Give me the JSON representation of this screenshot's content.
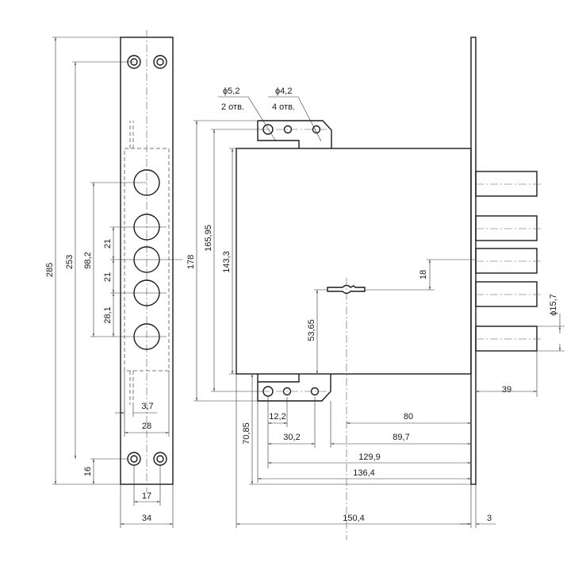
{
  "title": "Mortise lock dimensional drawing",
  "callouts": {
    "hole_a_dia": "ϕ5,2",
    "hole_a_count": "2 отв.",
    "hole_b_dia": "ϕ4,2",
    "hole_b_count": "4 отв."
  },
  "dims": {
    "d285": "285",
    "d253": "253",
    "d98_2": "98,2",
    "d21a": "21",
    "d21b": "21",
    "d28_1": "28,1",
    "d16": "16",
    "d3_7": "3,7",
    "d28": "28",
    "d17": "17",
    "d34": "34",
    "d178": "178",
    "d165_95": "165,95",
    "d143_3": "143,3",
    "d53_65": "53,65",
    "d18": "18",
    "d15_7": "ϕ15,7",
    "d39": "39",
    "d70_85": "70,85",
    "d12_2": "12,2",
    "d30_2": "30,2",
    "d80": "80",
    "d89_7": "89,7",
    "d129_9": "129,9",
    "d136_4": "136,4",
    "d150_4": "150,4",
    "d3": "3"
  }
}
